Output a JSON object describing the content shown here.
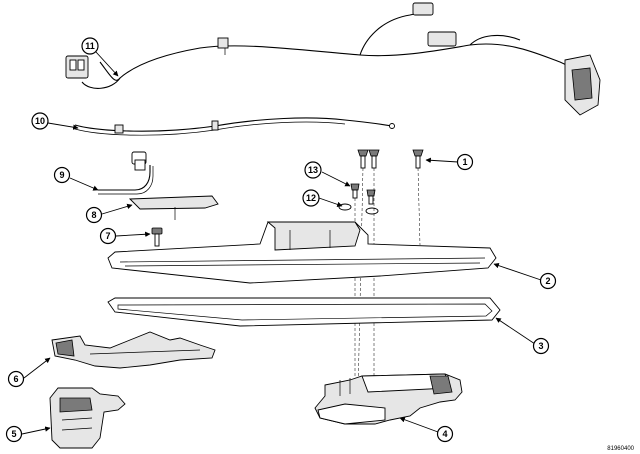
{
  "figure": {
    "id": "81960400",
    "colors": {
      "line": "#000000",
      "background": "#ffffff",
      "fill": "#e6e6e6",
      "shade": "#7a7a7a"
    }
  },
  "callouts": [
    {
      "number": "1"
    },
    {
      "number": "2"
    },
    {
      "number": "3"
    },
    {
      "number": "4"
    },
    {
      "number": "5"
    },
    {
      "number": "6"
    },
    {
      "number": "7"
    },
    {
      "number": "8"
    },
    {
      "number": "9"
    },
    {
      "number": "10"
    },
    {
      "number": "11"
    },
    {
      "number": "12"
    },
    {
      "number": "13"
    }
  ]
}
